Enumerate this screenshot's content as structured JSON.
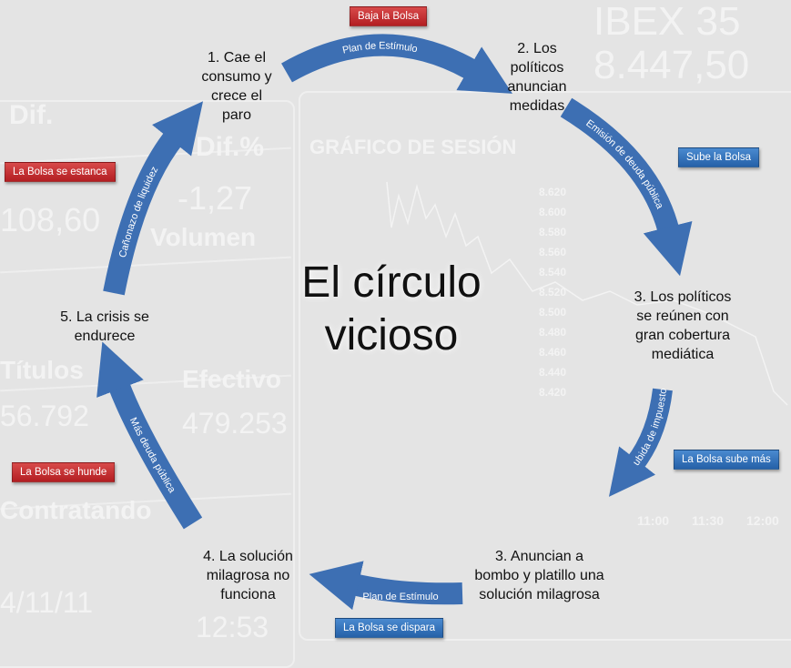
{
  "title": "El círculo vicioso",
  "title_lines": [
    "El círculo",
    "vicioso"
  ],
  "steps": [
    {
      "label": "1. Cae el consumo y crece el paro",
      "lines": [
        "1. Cae el",
        "consumo y",
        "crece el",
        "paro"
      ]
    },
    {
      "label": "2. Los políticos anuncian medidas",
      "lines": [
        "2. Los",
        "políticos",
        "anuncian",
        "medidas"
      ]
    },
    {
      "label": "3. Los políticos se reúnen con gran cobertura mediática",
      "lines": [
        "3. Los políticos",
        "se reúnen con",
        "gran cobertura",
        "mediática"
      ]
    },
    {
      "label": "3. Anuncian a bombo y platillo una solución milagrosa",
      "lines": [
        "3. Anuncian a",
        "bombo y platillo una",
        "solución  milagrosa"
      ]
    },
    {
      "label": "4. La solución milagrosa no funciona",
      "lines": [
        "4. La solución",
        "milagrosa no",
        "funciona"
      ]
    },
    {
      "label": "5. La crisis se endurece",
      "lines": [
        "5. La crisis se",
        "endurece"
      ]
    }
  ],
  "arrows": [
    {
      "label": "Plan de Estímulo"
    },
    {
      "label": "Emisión de deuda pública"
    },
    {
      "label": "Subida de impuestos"
    },
    {
      "label": "Plan de Estímulo"
    },
    {
      "label": "Más deuda pública"
    },
    {
      "label": "Cañonazo de liquidez"
    }
  ],
  "tags": [
    {
      "label": "Baja la Bolsa",
      "color": "#c0282d"
    },
    {
      "label": "Sube la Bolsa",
      "color": "#2e6db5"
    },
    {
      "label": "La Bolsa sube más",
      "color": "#2e6db5"
    },
    {
      "label": "La Bolsa se dispara",
      "color": "#2e6db5"
    },
    {
      "label": "La Bolsa se hunde",
      "color": "#c0282d"
    },
    {
      "label": "La Bolsa se estanca",
      "color": "#c0282d"
    }
  ],
  "background_text": {
    "ticker": "IBEX 35",
    "value": "8.447,50",
    "chart_title": "GRÁFICO DE SESIÓN",
    "dif": "Dif.",
    "dif_pct": "Dif.%",
    "dif_value": "108,60",
    "dif_pct_value": "-1,27",
    "volumen": "Volumen",
    "titulos": "Títulos",
    "efectivo": "Efectivo",
    "titulos_value": "56.792",
    "efectivo_value": "479.253",
    "contratando": "Contratando",
    "date": "4/11/11",
    "time": "12:53",
    "y_ticks": [
      "8.620",
      "8.600",
      "8.580",
      "8.560",
      "8.540",
      "8.520",
      "8.500",
      "8.480",
      "8.460",
      "8.440",
      "8.420"
    ],
    "x_ticks": [
      "11:00",
      "11:30",
      "12:00"
    ]
  },
  "colors": {
    "arrow": "#3d6fb3",
    "red_tag": "#c0282d",
    "blue_tag": "#2e6db5",
    "background": "#e4e4e4"
  }
}
